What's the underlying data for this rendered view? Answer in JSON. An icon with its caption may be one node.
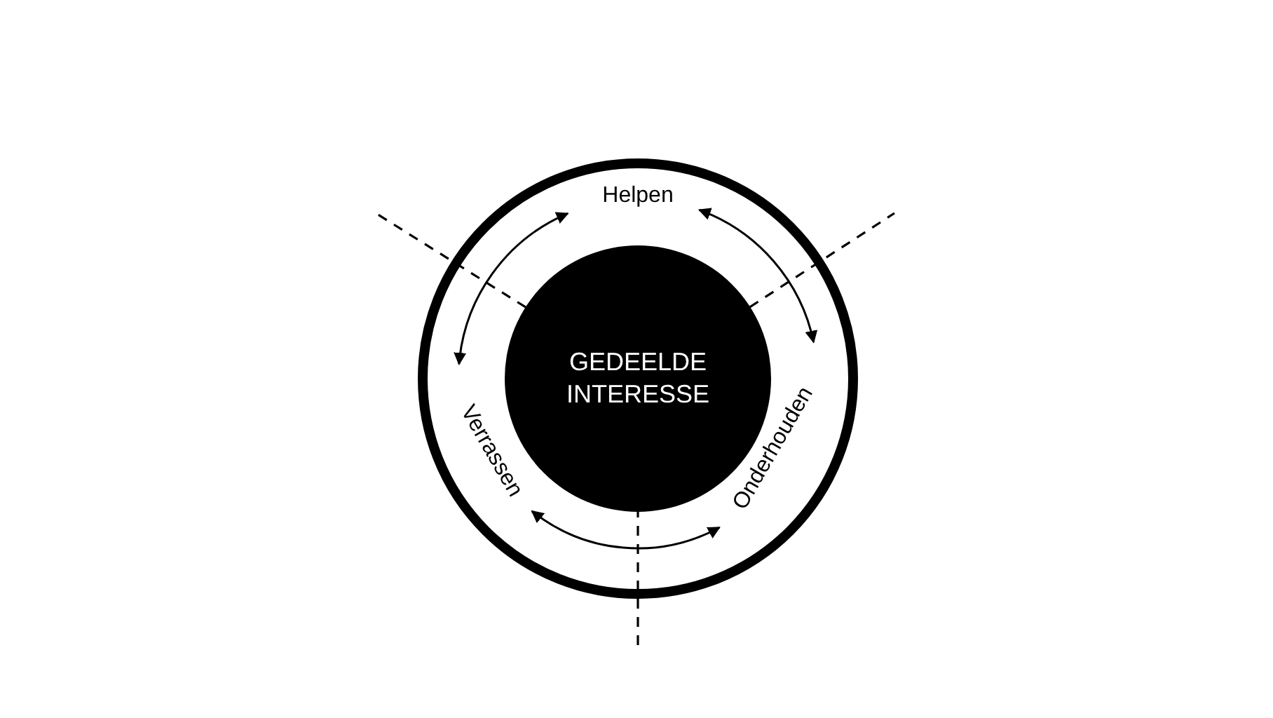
{
  "diagram": {
    "nodes": [
      {
        "text": [],
        "shape": "circle"
      },
      {
        "text": [
          "GEDEELDE INTERESSE"
        ],
        "in": 0
      },
      {
        "text": [
          "Helpen"
        ],
        "in": 0
      },
      {
        "text": [
          "Onderhouden"
        ],
        "in": 0
      },
      {
        "text": [
          "Verrassen"
        ],
        "in": 0
      }
    ],
    "edges": [
      {
        "from": 2,
        "to": 3,
        "arrow": "both"
      },
      {
        "from": 3,
        "to": 4,
        "arrow": "both"
      },
      {
        "from": 4,
        "to": 2,
        "arrow": "both"
      }
    ]
  }
}
